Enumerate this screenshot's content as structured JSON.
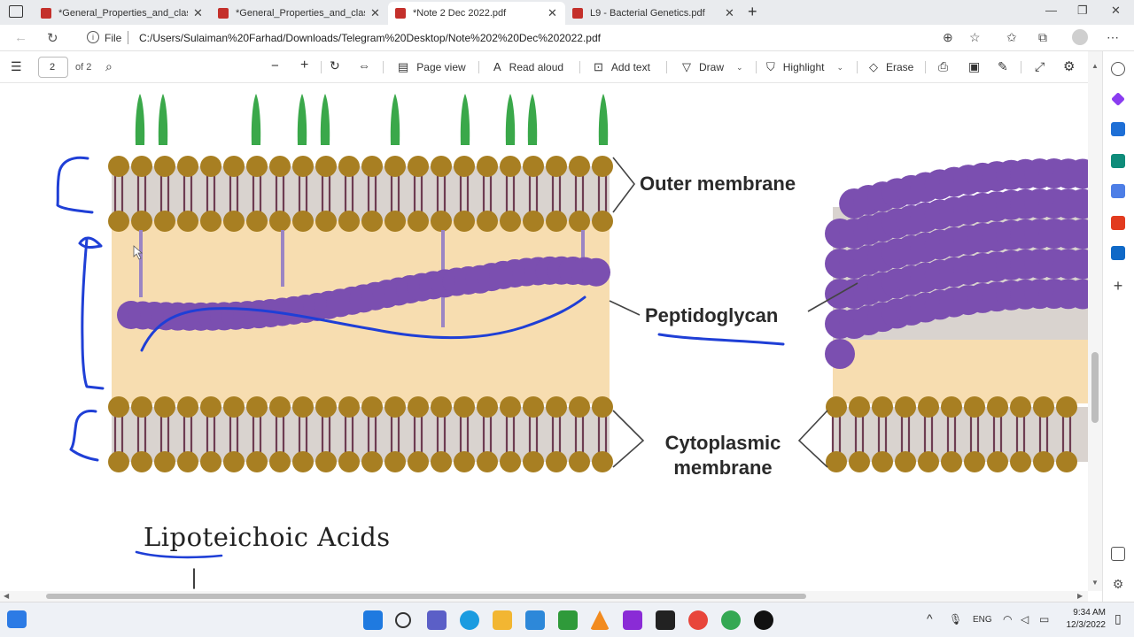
{
  "tabs": [
    {
      "label": "*General_Properties_and_classific",
      "close": "✕"
    },
    {
      "label": "*General_Properties_and_classific",
      "close": "✕"
    },
    {
      "label": "*Note 2 Dec 2022.pdf",
      "close": "✕"
    },
    {
      "label": "L9 - Bacterial Genetics.pdf",
      "close": "✕"
    }
  ],
  "address": {
    "scheme_label": "File",
    "url": "C:/Users/Sulaiman%20Farhad/Downloads/Telegram%20Desktop/Note%202%20Dec%202022.pdf"
  },
  "pdf_toolbar": {
    "page_number": "2",
    "page_count": "of 2",
    "page_view": "Page view",
    "read_aloud": "Read aloud",
    "add_text": "Add text",
    "draw": "Draw",
    "highlight": "Highlight",
    "erase": "Erase"
  },
  "document": {
    "labels": {
      "outer_membrane": "Outer membrane",
      "peptidoglycan": "Peptidoglycan",
      "cytoplasmic_line1": "Cytoplasmic",
      "cytoplasmic_line2": "membrane"
    },
    "heading": "Lipoteichoic Acids"
  },
  "taskbar": {
    "language": "ENG",
    "time": "9:34 AM",
    "date": "12/3/2022"
  },
  "colors": {
    "lipid_head": "#a87f22",
    "lipid_tail": "#6e3d52",
    "membrane_band": "#d9d3cf",
    "periplasm": "#f7ddb0",
    "peptidoglycan": "#7b4fb0",
    "lps": "#3aa84a",
    "ink": "#1f3fd6",
    "edge_accent": "#2f6fd9"
  }
}
